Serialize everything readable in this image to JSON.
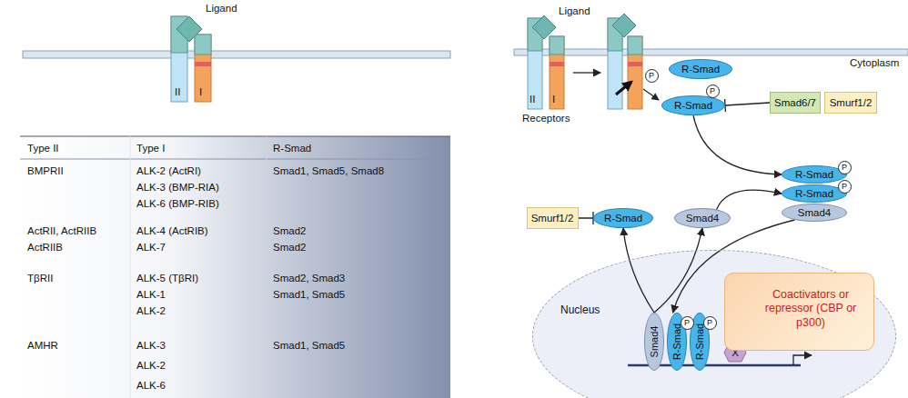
{
  "diagram": {
    "nodes": [
      {
        "text": [
          "R-Smad"
        ]
      },
      {
        "text": [
          "R-Smad"
        ]
      },
      {
        "text": [
          "Smad6/7"
        ]
      },
      {
        "text": [
          "Smurf1/2"
        ]
      },
      {
        "text": [
          "R-Smad"
        ]
      },
      {
        "text": [
          "R-Smad"
        ]
      },
      {
        "text": [
          "Smad4"
        ]
      },
      {
        "text": [
          "Smurf1/2"
        ]
      },
      {
        "text": [
          "R-Smad"
        ]
      },
      {
        "text": [
          "Smad4"
        ]
      },
      {
        "text": [
          "Nucleus"
        ]
      },
      {
        "text": [
          "Smad4"
        ],
        "in": 10
      },
      {
        "text": [
          "R-Smad"
        ],
        "in": 10
      },
      {
        "text": [
          "R-Smad"
        ],
        "in": 10
      },
      {
        "text": [
          "X"
        ],
        "in": 10
      },
      {
        "text": [
          "Coactivators or repressor (CBP or p300)"
        ],
        "in": 10
      }
    ],
    "edges": [
      {
        "from": 2,
        "to": 1,
        "arrow": "none"
      },
      {
        "from": 1,
        "to": 4,
        "arrow": "to"
      },
      {
        "from": 6,
        "to": 12,
        "arrow": "to"
      },
      {
        "from": 11,
        "to": 8,
        "arrow": "to"
      },
      {
        "from": 11,
        "to": 9,
        "arrow": "to"
      },
      {
        "from": 7,
        "to": 8,
        "arrow": "none"
      },
      {
        "from": 9,
        "to": 5,
        "arrow": "to"
      }
    ],
    "labels": [
      "Ligand",
      "II",
      "I",
      "Type II",
      "Type I",
      "R-Smad",
      "BMPRII",
      "ALK-2 (ActRI)",
      "ALK-3 (BMP-RIA)",
      "ALK-6 (BMP-RIB)",
      "Smad1, Smad5, Smad8",
      "ActRII, ActRIIB",
      "ALK-4 (ActRIB)",
      "Smad2",
      "ActRIIB",
      "ALK-7",
      "Smad2",
      "TβRII",
      "ALK-5 (TβRI)",
      "ALK-1",
      "ALK-2",
      "Smad2, Smad3",
      "Smad1, Smad5",
      "AMHR",
      "ALK-3",
      "ALK-2",
      "ALK-6",
      "Smad1, Smad5",
      "Ligand",
      "Receptors",
      "Cytoplasm",
      "P",
      "P",
      "P",
      "P",
      "P",
      "P",
      "II",
      "I"
    ]
  }
}
